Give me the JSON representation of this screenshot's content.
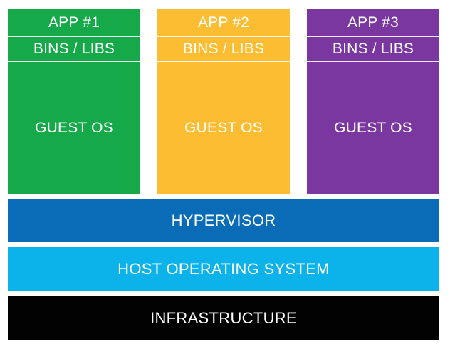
{
  "colors": {
    "vm1": "#16a94a",
    "vm2": "#fcbd32",
    "vm3": "#7b37a0",
    "hypervisor": "#0a6cb7",
    "host_os": "#0cb2ea",
    "infrastructure": "#020202"
  },
  "vms": [
    {
      "app": "APP #1",
      "bins": "BINS / LIBS",
      "guest_os": "GUEST OS"
    },
    {
      "app": "APP #2",
      "bins": "BINS / LIBS",
      "guest_os": "GUEST OS"
    },
    {
      "app": "APP #3",
      "bins": "BINS / LIBS",
      "guest_os": "GUEST OS"
    }
  ],
  "layers": {
    "hypervisor": "HYPERVISOR",
    "host_os": "HOST OPERATING SYSTEM",
    "infrastructure": "INFRASTRUCTURE"
  }
}
